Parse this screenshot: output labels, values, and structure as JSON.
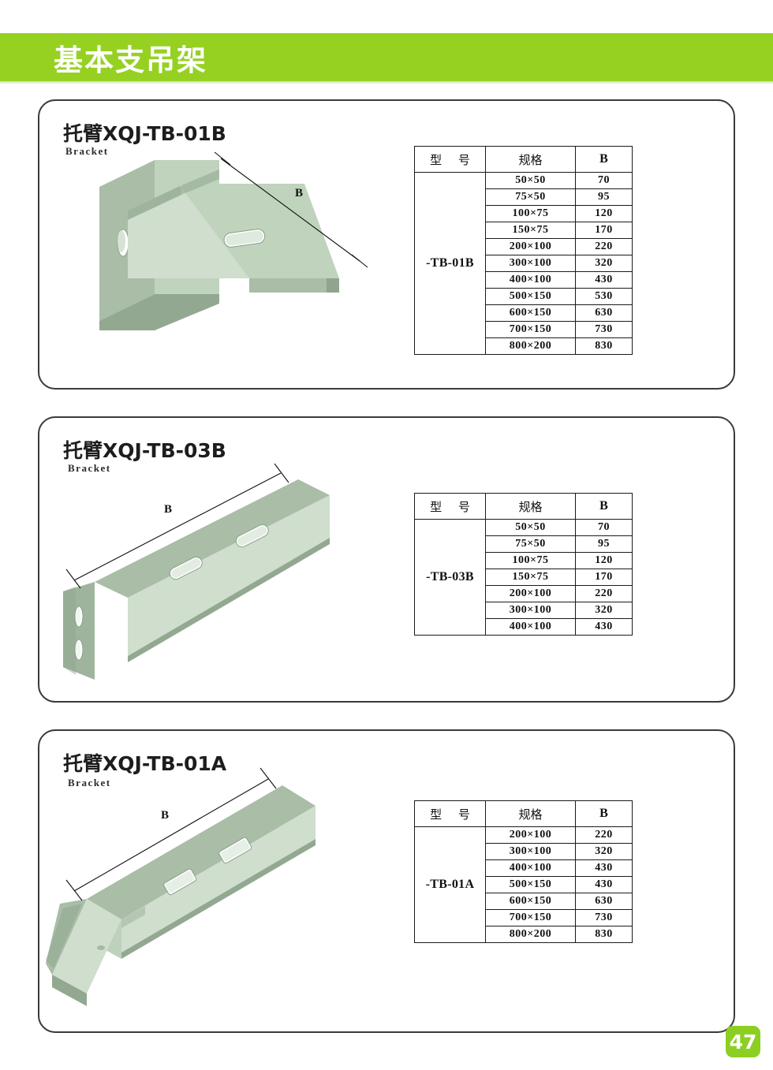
{
  "banner": {
    "title": "基本支吊架"
  },
  "colors": {
    "banner_green": "#96d122",
    "badge_green": "#8ccf22",
    "metal_light": "#d3e2d2",
    "metal_mid": "#bcd0ba",
    "metal_dark": "#9fb49d",
    "metal_edge": "#8aa089",
    "card_border": "#3a3a3a"
  },
  "page": {
    "number": "47"
  },
  "cards": [
    {
      "title": "托臂XQJ-TB-01B",
      "subtitle": "Bracket",
      "dimension_label": "B",
      "table": {
        "headers": [
          "型 号",
          "规格",
          "B"
        ],
        "model": "-TB-01B",
        "rows": [
          {
            "spec": "50×50",
            "b": "70"
          },
          {
            "spec": "75×50",
            "b": "95"
          },
          {
            "spec": "100×75",
            "b": "120"
          },
          {
            "spec": "150×75",
            "b": "170"
          },
          {
            "spec": "200×100",
            "b": "220"
          },
          {
            "spec": "300×100",
            "b": "320"
          },
          {
            "spec": "400×100",
            "b": "430"
          },
          {
            "spec": "500×150",
            "b": "530"
          },
          {
            "spec": "600×150",
            "b": "630"
          },
          {
            "spec": "700×150",
            "b": "730"
          },
          {
            "spec": "800×200",
            "b": "830"
          }
        ]
      }
    },
    {
      "title": "托臂XQJ-TB-03B",
      "subtitle": "Bracket",
      "dimension_label": "B",
      "table": {
        "headers": [
          "型 号",
          "规格",
          "B"
        ],
        "model": "-TB-03B",
        "rows": [
          {
            "spec": "50×50",
            "b": "70"
          },
          {
            "spec": "75×50",
            "b": "95"
          },
          {
            "spec": "100×75",
            "b": "120"
          },
          {
            "spec": "150×75",
            "b": "170"
          },
          {
            "spec": "200×100",
            "b": "220"
          },
          {
            "spec": "300×100",
            "b": "320"
          },
          {
            "spec": "400×100",
            "b": "430"
          }
        ]
      }
    },
    {
      "title": "托臂XQJ-TB-01A",
      "subtitle": "Bracket",
      "dimension_label": "B",
      "table": {
        "headers": [
          "型 号",
          "规格",
          "B"
        ],
        "model": "-TB-01A",
        "rows": [
          {
            "spec": "200×100",
            "b": "220"
          },
          {
            "spec": "300×100",
            "b": "320"
          },
          {
            "spec": "400×100",
            "b": "430"
          },
          {
            "spec": "500×150",
            "b": "430"
          },
          {
            "spec": "600×150",
            "b": "630"
          },
          {
            "spec": "700×150",
            "b": "730"
          },
          {
            "spec": "800×200",
            "b": "830"
          }
        ]
      }
    }
  ]
}
